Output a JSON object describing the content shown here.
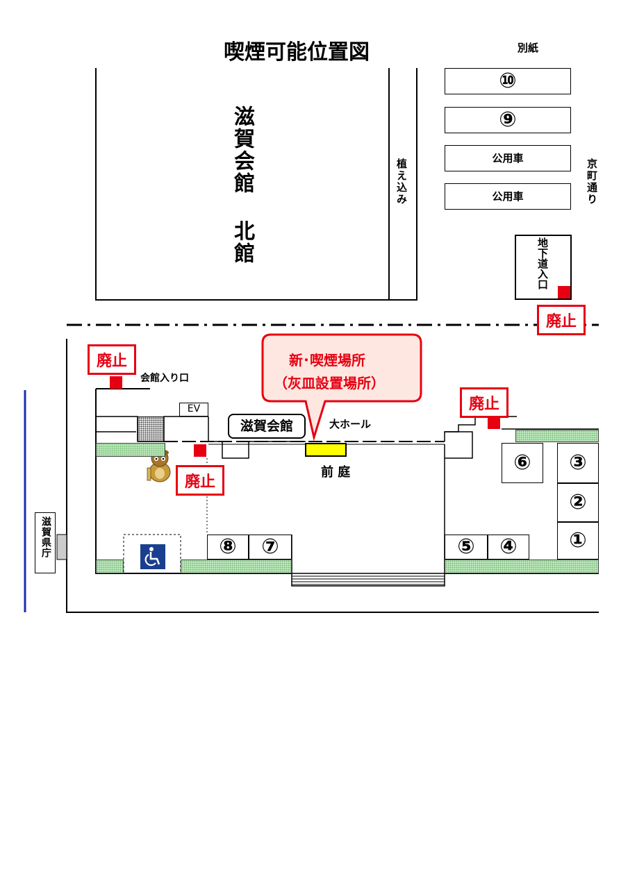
{
  "title": "喫煙可能位置図",
  "note": "別紙",
  "buildings": {
    "north_hall": "滋賀会館 北館",
    "planting": "植え込み",
    "street": "京町通り",
    "underground": "地下道入口",
    "prefecture": "滋賀県庁",
    "entrance": "会館入り口",
    "ev": "EV",
    "kaikan_sign": "滋賀会館",
    "daihall": "大ホール",
    "maeniwa": "前 庭"
  },
  "parking": {
    "p10": "⑩",
    "p9": "⑨",
    "public1": "公用車",
    "public2": "公用車",
    "p1": "①",
    "p2": "②",
    "p3": "③",
    "p4": "④",
    "p5": "⑤",
    "p6": "⑥",
    "p7": "⑦",
    "p8": "⑧"
  },
  "callout": {
    "line1": "新･喫煙場所",
    "line2": "（灰皿設置場所）"
  },
  "abolished": {
    "a1": "廃止",
    "a2": "廃止",
    "a3": "廃止",
    "a4": "廃止"
  },
  "icons": {
    "wheelchair": "wheelchair-icon",
    "mascot": "tanuki-mascot-icon"
  },
  "colors": {
    "red": "#e60012",
    "ashtray": "#ffff00",
    "green": "#b9e6b9",
    "wheelchair_bg": "#1b3f8f"
  }
}
